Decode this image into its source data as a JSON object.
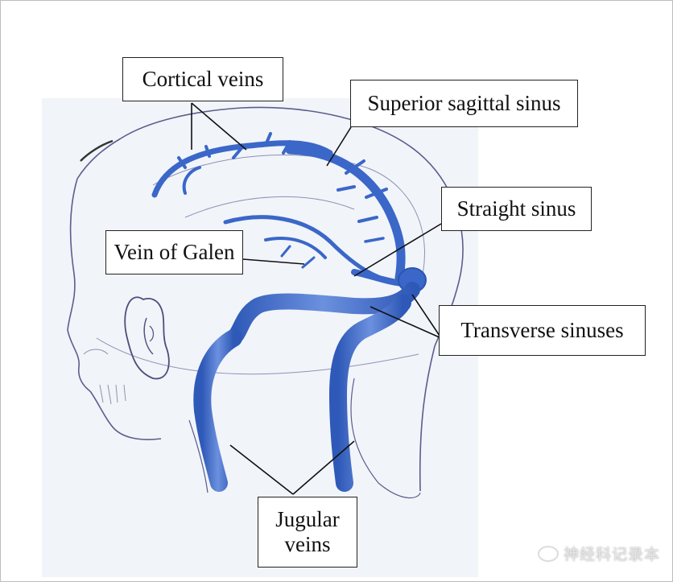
{
  "labels": {
    "cortical_veins": "Cortical veins",
    "superior_sagittal_sinus": "Superior sagittal sinus",
    "straight_sinus": "Straight sinus",
    "vein_of_galen": "Vein of Galen",
    "transverse_sinuses": "Transverse sinuses",
    "jugular_veins_line1": "Jugular",
    "jugular_veins_line2": "veins"
  },
  "watermark": {
    "text": "神经科记录本",
    "icon": "wechat-icon"
  },
  "colors": {
    "vein": "#3a67c8",
    "vein_highlight": "#6f93e0",
    "outline": "#5b5e8c",
    "panel": "#f1f4f9"
  }
}
